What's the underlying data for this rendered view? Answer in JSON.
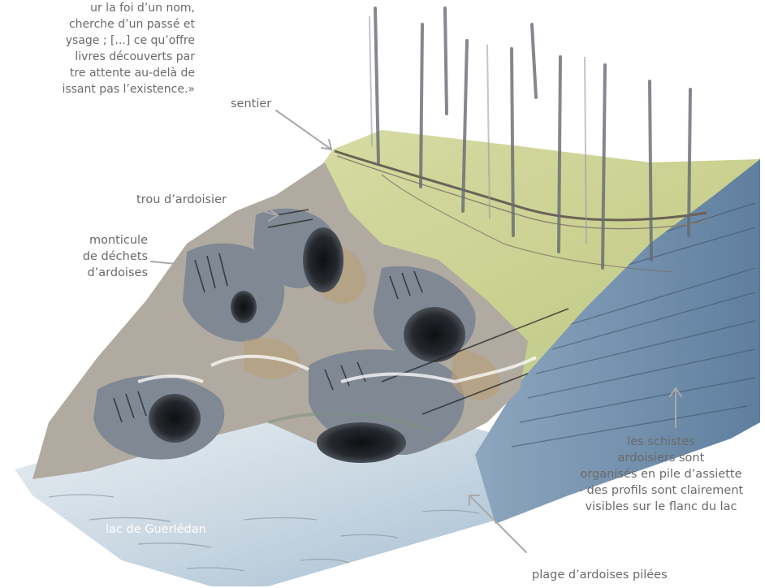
{
  "quote": {
    "lines": [
      "ur la foi d’un nom,",
      "cherche d’un passé et",
      "ysage ; [...] ce qu’offre",
      "livres découverts par",
      "tre attente au-delà de",
      "issant pas l’existence.»"
    ]
  },
  "labels": {
    "sentier": "sentier",
    "trou": "trou d’ardoisier",
    "monticule": [
      "monticule",
      "de déchets",
      "d’ardoises"
    ],
    "schistes": [
      "les schistes",
      "ardoisiers sont",
      "organisés en pile d’assiette",
      "- des profils sont clairement",
      "visibles sur le flanc du lac"
    ],
    "lac": "lac de Guerlédan",
    "plage": "plage d’ardoises pilées"
  },
  "colors": {
    "text": "#6a6a6a",
    "arrow": "#a9a9a9",
    "grass": "#c9d08f",
    "slate": "#6f7a86",
    "water": "#a9c4d8",
    "earth": "#b39c77"
  }
}
